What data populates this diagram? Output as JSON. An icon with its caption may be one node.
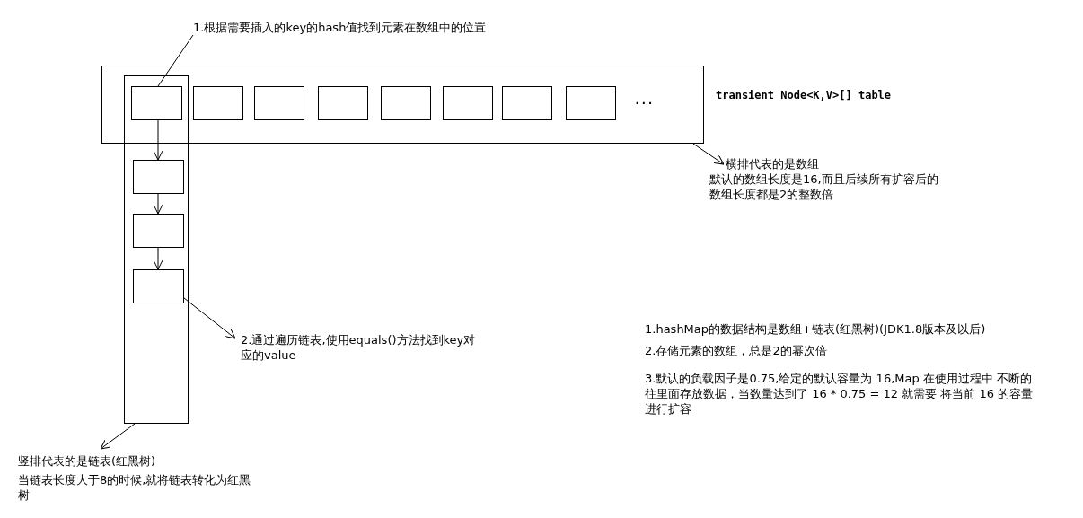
{
  "diagram": {
    "nodes": [
      {
        "text": [],
        "shape": "box"
      },
      {
        "text": [],
        "shape": "box"
      },
      {
        "text": [],
        "shape": "box"
      },
      {
        "text": [],
        "shape": "box",
        "in": 0
      },
      {
        "text": [],
        "shape": "box",
        "in": 0
      },
      {
        "text": [],
        "shape": "box",
        "in": 0
      },
      {
        "text": [],
        "shape": "box",
        "in": 0
      },
      {
        "text": [],
        "shape": "box",
        "in": 0
      },
      {
        "text": [],
        "shape": "box",
        "in": 0
      },
      {
        "text": [],
        "shape": "box",
        "in": 0
      },
      {
        "text": [],
        "shape": "box",
        "in": 1
      },
      {
        "text": [],
        "shape": "box",
        "in": 1
      },
      {
        "text": [],
        "shape": "box",
        "in": 1
      },
      {
        "text": [
          "1.根据需要插入的key的hash值找到元素在数组中的位置"
        ]
      },
      {
        "text": [
          "横排代表的是数组",
          "默认的数组长度是16,而且后续所有扩容后的数组长度都是2的整数倍"
        ]
      },
      {
        "text": [
          "2.通过遍历链表,使用equals()方法找到key对应的value"
        ]
      },
      {
        "text": [
          "竖排代表的是链表(红黑树)",
          "当链表长度大于8的时候,就将链表转化为红黑树"
        ]
      }
    ],
    "edges": [
      {
        "from": 13,
        "to": 2,
        "arrow": "none"
      },
      {
        "from": 0,
        "to": 14,
        "arrow": "to"
      },
      {
        "from": 2,
        "to": 10,
        "arrow": "to"
      },
      {
        "from": 10,
        "to": 11,
        "arrow": "to"
      },
      {
        "from": 11,
        "to": 12,
        "arrow": "to"
      },
      {
        "from": 12,
        "to": 15,
        "arrow": "to"
      },
      {
        "from": 1,
        "to": 16,
        "arrow": "to"
      }
    ],
    "labels": [
      "...",
      "transient Node<K,V>[] table",
      "1.hashMap的数据结构是数组+链表(红黑树)(JDK1.8版本及以后)",
      "2.存储元素的数组，总是2的幂次倍",
      "3.默认的负载因子是0.75,给定的默认容量为 16,Map 在使用过程中 不断的往里面存放数据，当数量达到了 16 * 0.75 = 12 就需要 将当前 16 的容量进行扩容"
    ]
  }
}
